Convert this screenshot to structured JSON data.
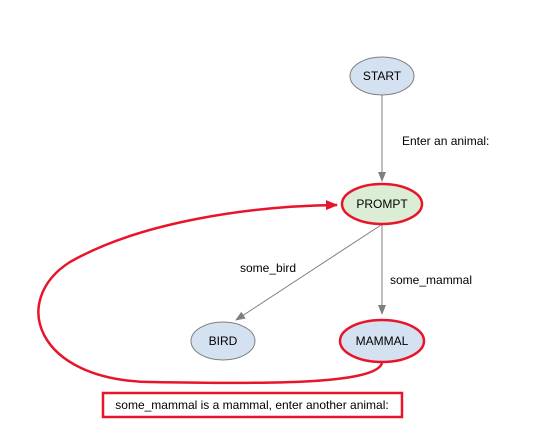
{
  "colors": {
    "node_fill": "#d4e1f0",
    "prompt_fill": "#dcedd6",
    "node_stroke": "#7f7f7f",
    "edge_stroke": "#7f7f7f",
    "highlight": "#e8152a"
  },
  "nodes": {
    "start": {
      "label": "START"
    },
    "prompt": {
      "label": "PROMPT"
    },
    "bird": {
      "label": "BIRD"
    },
    "mammal": {
      "label": "MAMMAL"
    }
  },
  "edges": {
    "start_to_prompt": {
      "label": "Enter an animal:"
    },
    "prompt_to_bird": {
      "label": "some_bird"
    },
    "prompt_to_mammal": {
      "label": "some_mammal"
    }
  },
  "annotation": {
    "text": "some_mammal is a mammal, enter another animal:"
  }
}
